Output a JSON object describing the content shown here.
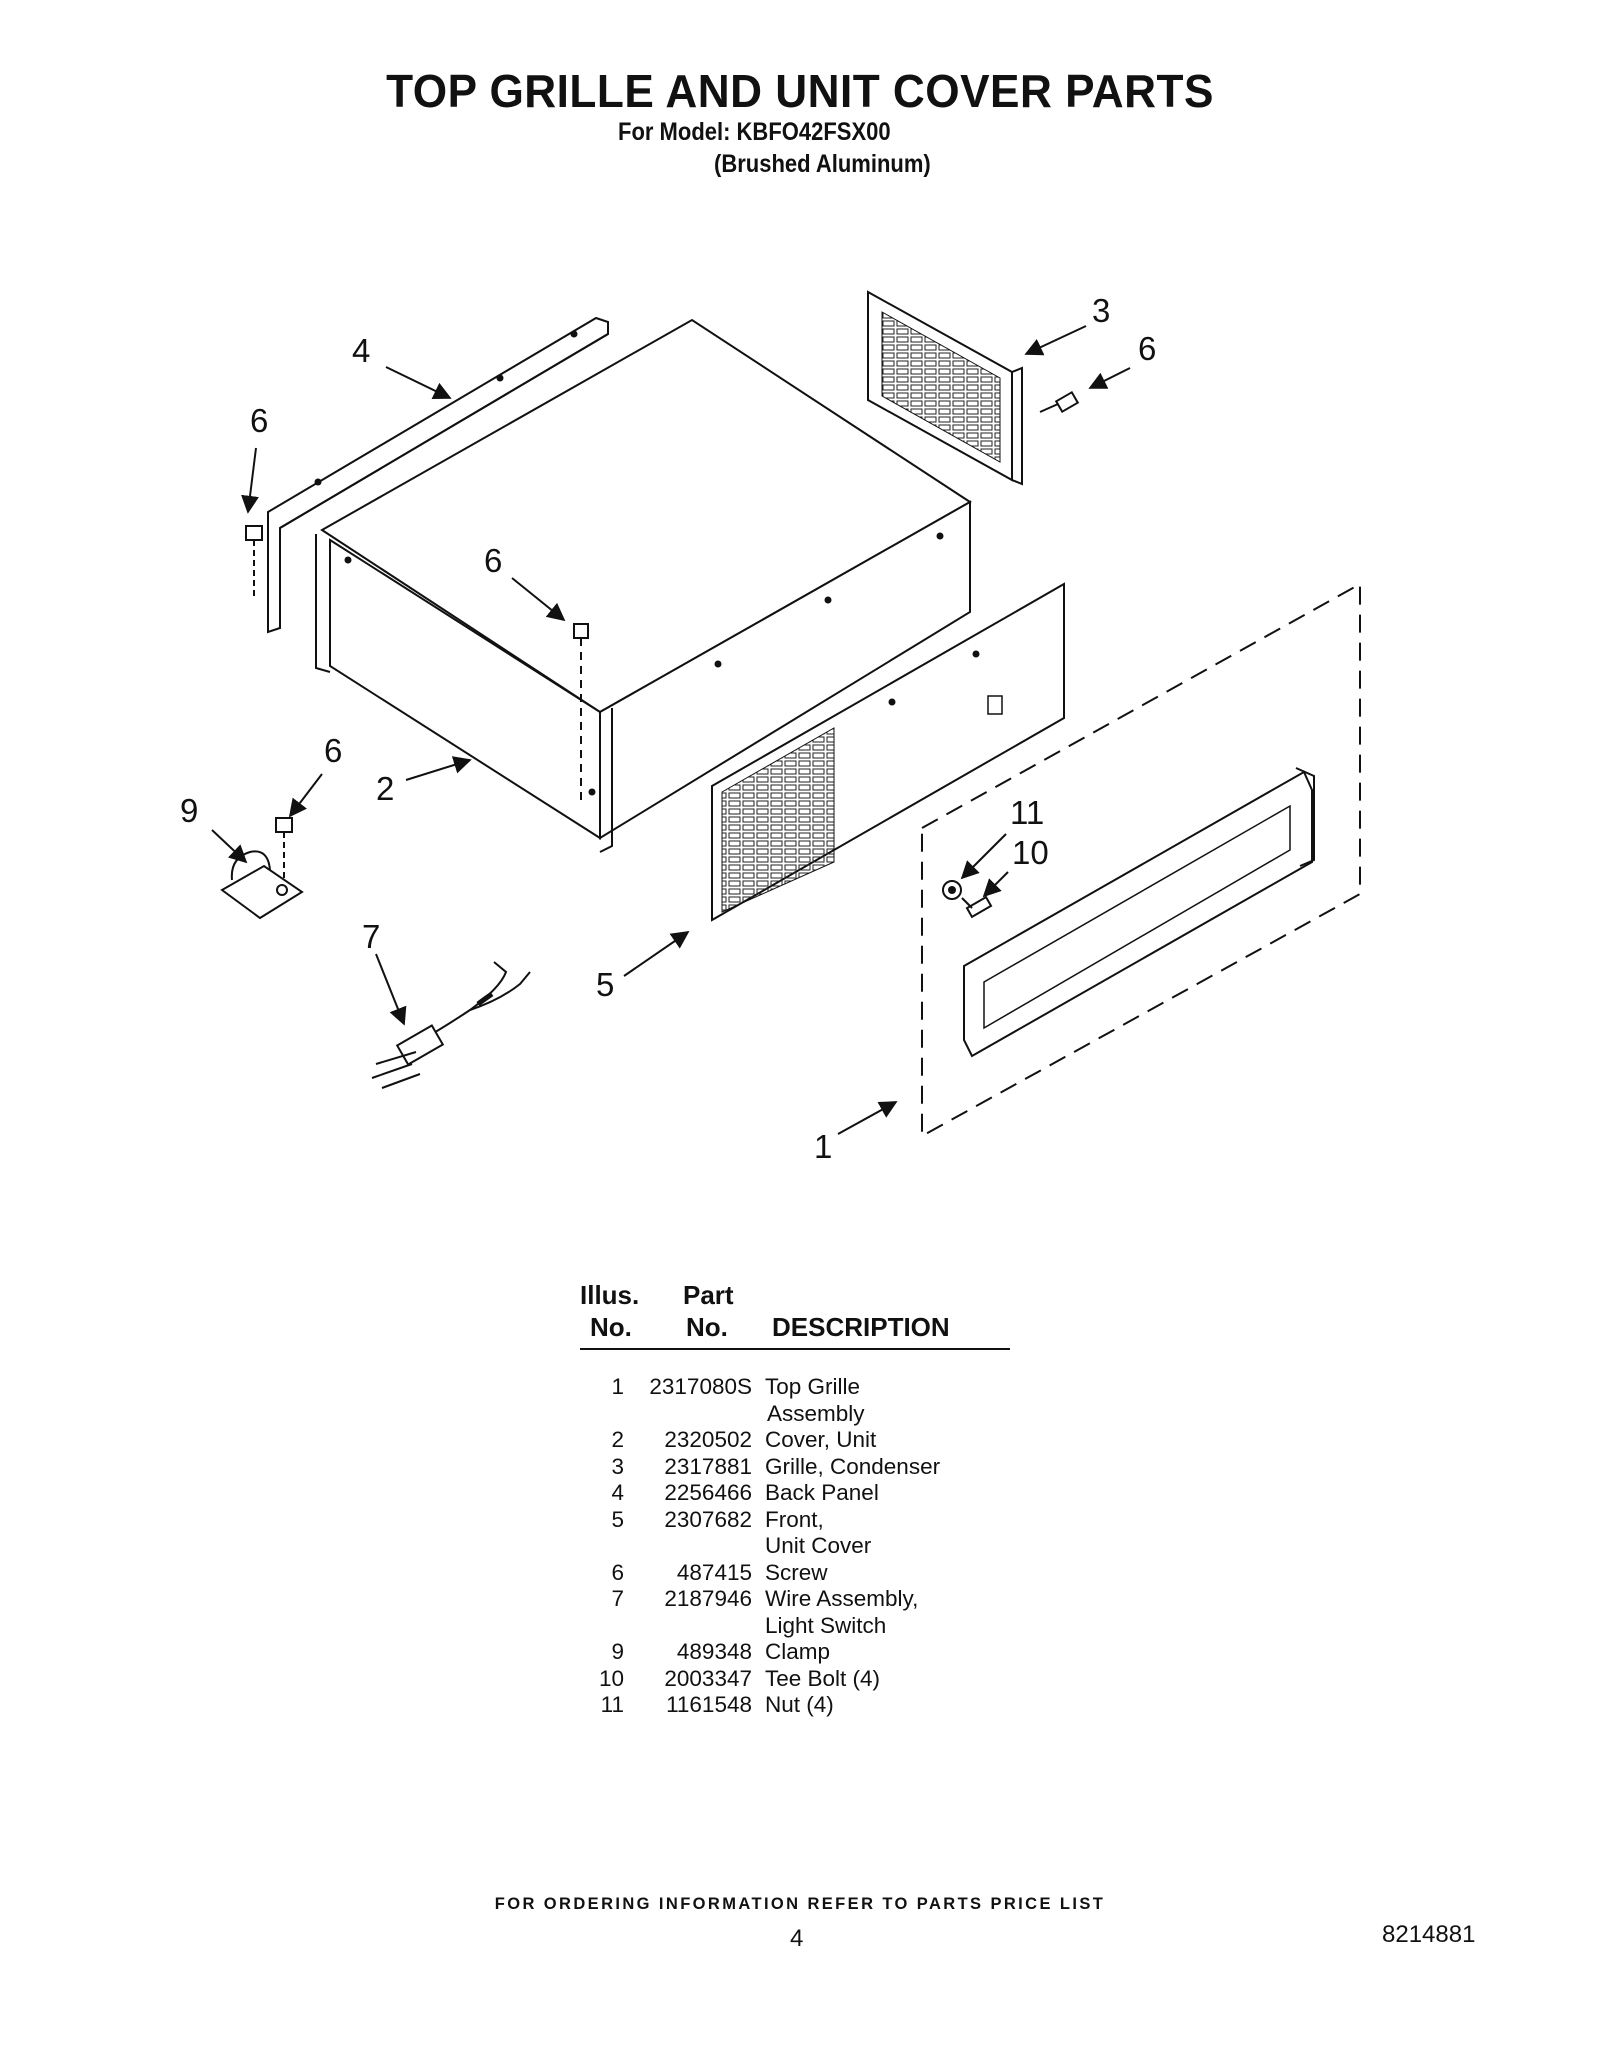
{
  "header": {
    "title": "TOP GRILLE AND UNIT COVER PARTS",
    "model_line": "For Model: KBFO42FSX00",
    "finish_line": "(Brushed Aluminum)"
  },
  "diagram": {
    "callouts": {
      "c1": "1",
      "c2": "2",
      "c3": "3",
      "c4": "4",
      "c5": "5",
      "c6a": "6",
      "c6b": "6",
      "c6c": "6",
      "c6d": "6",
      "c7": "7",
      "c9": "9",
      "c10": "10",
      "c11": "11"
    }
  },
  "parts_table": {
    "headers": {
      "illus_1": "Illus.",
      "illus_2": "No.",
      "part_1": "Part",
      "part_2": "No.",
      "description": "DESCRIPTION"
    },
    "rows": [
      {
        "illus": "1",
        "part": "2317080S",
        "desc": "Top Grille",
        "desc2": "Assembly"
      },
      {
        "illus": "2",
        "part": "2320502",
        "desc": "Cover, Unit"
      },
      {
        "illus": "3",
        "part": "2317881",
        "desc": "Grille, Condenser"
      },
      {
        "illus": "4",
        "part": "2256466",
        "desc": "Back Panel"
      },
      {
        "illus": "5",
        "part": "2307682",
        "desc": "Front,",
        "desc2": "Unit Cover"
      },
      {
        "illus": "6",
        "part": "487415",
        "desc": "Screw"
      },
      {
        "illus": "7",
        "part": "2187946",
        "desc": "Wire Assembly,",
        "desc2": "Light Switch"
      },
      {
        "illus": "9",
        "part": "489348",
        "desc": "Clamp"
      },
      {
        "illus": "10",
        "part": "2003347",
        "desc": "Tee Bolt (4)"
      },
      {
        "illus": "11",
        "part": "1161548",
        "desc": "Nut (4)"
      }
    ]
  },
  "footer": {
    "ordering_note": "FOR ORDERING INFORMATION REFER TO PARTS PRICE LIST",
    "page_number": "4",
    "document_number": "8214881"
  }
}
